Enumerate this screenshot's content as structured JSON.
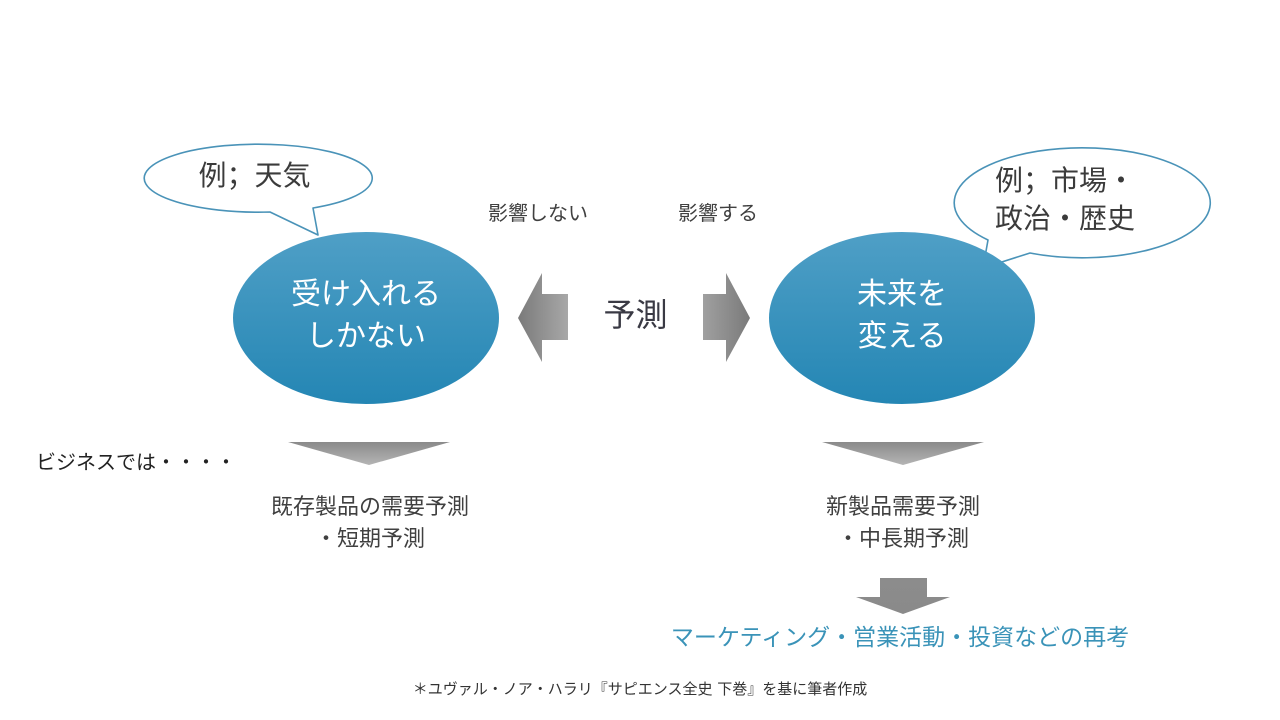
{
  "colors": {
    "ellipse_top": "#4f9fc6",
    "ellipse_bottom": "#2486b4",
    "callout_stroke": "#4a93b8",
    "arrow_light": "#a8a8a8",
    "arrow_dark": "#7a7a7a",
    "accent_text": "#3a93b8"
  },
  "left": {
    "callout": "例；天気",
    "ellipse_line1": "受け入れる",
    "ellipse_line2": "しかない",
    "influence_label": "影響しない",
    "outcome_line1": "既存製品の需要予測",
    "outcome_line2": "・短期予測"
  },
  "right": {
    "callout_line1": "例；市場・",
    "callout_line2": "政治・歴史",
    "ellipse_line1": "未来を",
    "ellipse_line2": "変える",
    "influence_label": "影響する",
    "outcome_line1": "新製品需要予測",
    "outcome_line2": "・中長期予測",
    "action": "マーケティング・営業活動・投資などの再考"
  },
  "center_label": "予測",
  "business_label": "ビジネスでは・・・・",
  "source_note": "＊ユヴァル・ノア・ハラリ『サピエンス全史 下巻』を基に筆者作成",
  "icons": {
    "left_arrow": "arrow-left",
    "right_arrow": "arrow-right",
    "down_chevrons": "chevron-down",
    "down_arrow": "arrow-down"
  }
}
